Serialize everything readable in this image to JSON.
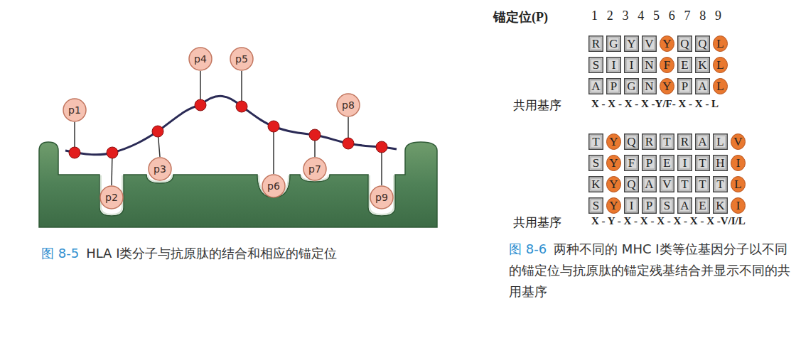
{
  "diagram": {
    "nodes": [
      {
        "text": [
          "p1"
        ]
      },
      {
        "text": [
          "p2"
        ]
      },
      {
        "text": [
          "p3"
        ]
      },
      {
        "text": [
          "p4"
        ]
      },
      {
        "text": [
          "p5"
        ]
      },
      {
        "text": [
          "p6"
        ]
      },
      {
        "text": [
          "p7"
        ]
      },
      {
        "text": [
          "p8"
        ]
      },
      {
        "text": [
          "p9"
        ]
      },
      {
        "text": [
          "R"
        ]
      },
      {
        "text": [
          "G"
        ]
      },
      {
        "text": [
          "Y"
        ]
      },
      {
        "text": [
          "V"
        ]
      },
      {
        "text": [
          "Y"
        ]
      },
      {
        "text": [
          "Q"
        ]
      },
      {
        "text": [
          "Q"
        ]
      },
      {
        "text": [
          "L"
        ]
      },
      {
        "text": [
          "S"
        ]
      },
      {
        "text": [
          "I"
        ]
      },
      {
        "text": [
          "I"
        ]
      },
      {
        "text": [
          "N"
        ]
      },
      {
        "text": [
          "F"
        ]
      },
      {
        "text": [
          "E"
        ]
      },
      {
        "text": [
          "K"
        ]
      },
      {
        "text": [
          "L"
        ]
      },
      {
        "text": [
          "A"
        ]
      },
      {
        "text": [
          "P"
        ]
      },
      {
        "text": [
          "G"
        ]
      },
      {
        "text": [
          "N"
        ]
      },
      {
        "text": [
          "Y"
        ]
      },
      {
        "text": [
          "P"
        ]
      },
      {
        "text": [
          "A"
        ]
      },
      {
        "text": [
          "L"
        ]
      },
      {
        "text": [
          "T"
        ]
      },
      {
        "text": [
          "Y"
        ]
      },
      {
        "text": [
          "Q"
        ]
      },
      {
        "text": [
          "R"
        ]
      },
      {
        "text": [
          "T"
        ]
      },
      {
        "text": [
          "R"
        ]
      },
      {
        "text": [
          "A"
        ]
      },
      {
        "text": [
          "L"
        ]
      },
      {
        "text": [
          "V"
        ]
      },
      {
        "text": [
          "S"
        ]
      },
      {
        "text": [
          "Y"
        ]
      },
      {
        "text": [
          "F"
        ]
      },
      {
        "text": [
          "P"
        ]
      },
      {
        "text": [
          "E"
        ]
      },
      {
        "text": [
          "I"
        ]
      },
      {
        "text": [
          "T"
        ]
      },
      {
        "text": [
          "H"
        ]
      },
      {
        "text": [
          "I"
        ]
      },
      {
        "text": [
          "K"
        ]
      },
      {
        "text": [
          "Y"
        ]
      },
      {
        "text": [
          "Q"
        ]
      },
      {
        "text": [
          "A"
        ]
      },
      {
        "text": [
          "V"
        ]
      },
      {
        "text": [
          "T"
        ]
      },
      {
        "text": [
          "T"
        ]
      },
      {
        "text": [
          "T"
        ]
      },
      {
        "text": [
          "L"
        ]
      },
      {
        "text": [
          "S"
        ]
      },
      {
        "text": [
          "Y"
        ]
      },
      {
        "text": [
          "I"
        ]
      },
      {
        "text": [
          "P"
        ]
      },
      {
        "text": [
          "S"
        ]
      },
      {
        "text": [
          "A"
        ]
      },
      {
        "text": [
          "E"
        ]
      },
      {
        "text": [
          "K"
        ]
      },
      {
        "text": [
          "I"
        ]
      }
    ],
    "labels": [
      "锚定位(P)",
      "1",
      "2",
      "3",
      "4",
      "5",
      "6",
      "7",
      "8",
      "9",
      "共用基序",
      "X - X - X - X -Y/F- X - X - L",
      "共用基序",
      "X - Y - X - X - X - X - X - X -V/I/L",
      "图 8-5",
      "HLA Ⅰ类分子与抗原肽的结合和相应的锚定位",
      "图 8-6",
      "两种不同的 MHC Ⅰ类等位基因分子以不同的锚定位与抗原肽的锚定残基结合并显示不同的共用基序"
    ]
  }
}
